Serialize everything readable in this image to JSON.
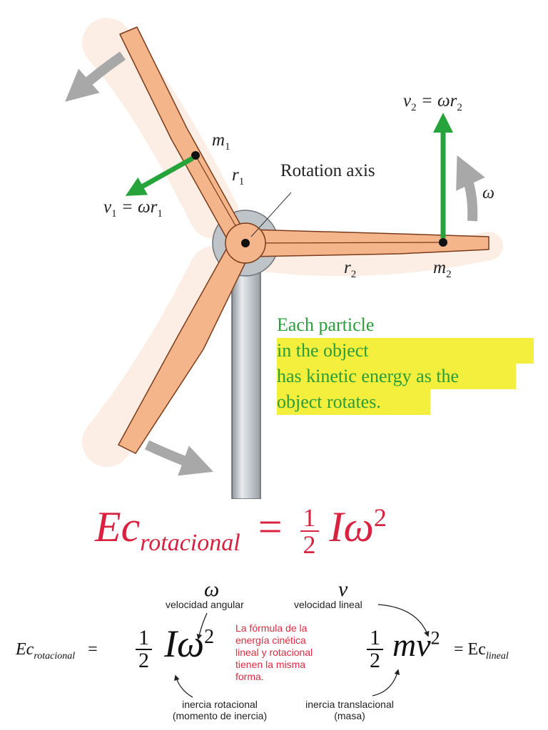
{
  "diagram": {
    "m1_label": "m",
    "m1_sub": "1",
    "r1_label": "r",
    "r1_sub": "1",
    "v1_label": "v",
    "v1_sub": "1",
    "v1_eq": "= ωr",
    "v1_eq_sub": "1",
    "v2_label": "v",
    "v2_sub": "2",
    "v2_eq": "= ωr",
    "v2_eq_sub": "2",
    "rotation_axis": "Rotation axis",
    "omega": "ω",
    "r2_label": "r",
    "r2_sub": "2",
    "m2_label": "m",
    "m2_sub": "2",
    "colors": {
      "blade": "#f4b58a",
      "blade_stroke": "#7a3b1a",
      "arrow_green": "#27a33c",
      "arrow_gray": "#a8a8a8",
      "tower": "#c9cdd2",
      "highlight": "#f4ef3c"
    }
  },
  "note": {
    "line1_a": "Each particle ",
    "line1_b": "in the object",
    "line2": "has kinetic energy as the",
    "line3": "object rotates."
  },
  "main_formula": {
    "ec": "Ec",
    "sub": "rotacional",
    "eq": "=",
    "num": "1",
    "den": "2",
    "I": "I",
    "omega": "ω",
    "exp": "2"
  },
  "comparison": {
    "left_ec": "Ec",
    "left_sub": "rotacional",
    "eq1": "=",
    "num1": "1",
    "den1": "2",
    "I": "I",
    "omega": "ω",
    "exp1": "2",
    "omega_top": "ω",
    "velocidad_angular": "velocidad angular",
    "v_top": "v",
    "velocidad_lineal": "velocidad lineal",
    "red_note": [
      "La fórmula de la",
      "energía cinética",
      "lineal y rotacional",
      "tienen la misma",
      "forma."
    ],
    "num2": "1",
    "den2": "2",
    "m": "m",
    "v": "v",
    "exp2": "2",
    "eq2": "= Ec",
    "right_sub": "lineal",
    "inercia_rotacional_1": "inercia rotacional",
    "inercia_rotacional_2": "(momento de inercia)",
    "inercia_translacional_1": "inercia translacional",
    "inercia_translacional_2": "(masa)"
  }
}
